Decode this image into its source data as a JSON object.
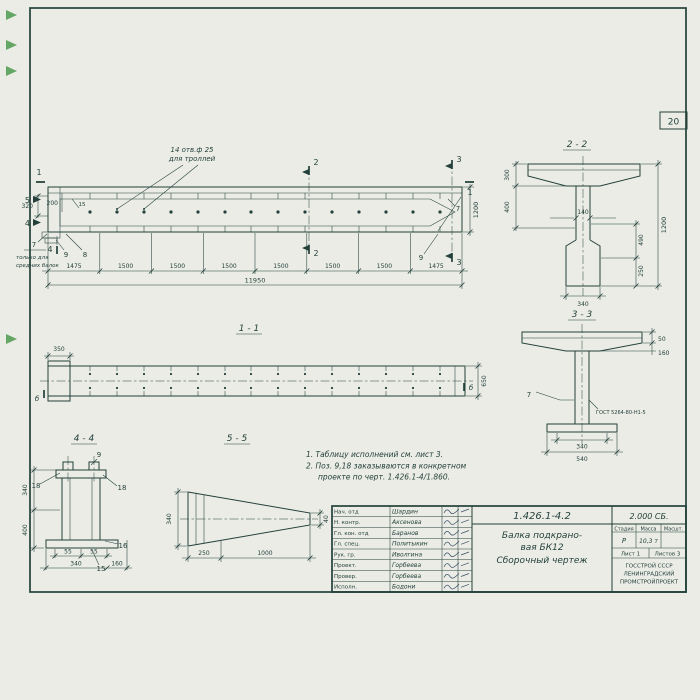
{
  "colors": {
    "line": "#24403b",
    "paper": "#ebece6",
    "mark_green": "#55a055"
  },
  "page": {
    "sheet_number": "20"
  },
  "main_view": {
    "holes_label_line1": "14 отв.ф 25",
    "holes_label_line2": "для троллей",
    "dim_320": "320",
    "dim_200": "200",
    "dim_15": "15",
    "dim_1200": "1200",
    "dims_bottom": [
      "1475",
      "1500",
      "1500",
      "1500",
      "1500",
      "1500",
      "1500",
      "1475"
    ],
    "dim_total": "11950",
    "cut_2_top": "2",
    "cut_2_bottom": "2",
    "cut_3_top": "3",
    "cut_3_bottom": "3",
    "cut_1_left": "1",
    "cut_1_right": "1",
    "cut_5": "5",
    "cut_4_left": "4",
    "cut_4_bottom": "4",
    "callout_7_left": "7",
    "note_line1": "только для",
    "note_line2": "средних балок",
    "callout_9_left": "9",
    "callout_8": "8",
    "callout_7_right": "7",
    "callout_9_right": "9"
  },
  "section_2_2": {
    "title": "2 - 2",
    "dim_300": "300",
    "dim_400": "400",
    "dim_140": "140",
    "dim_1200": "1200",
    "dim_490": "490",
    "dim_250": "250",
    "dim_340": "340"
  },
  "section_3_3": {
    "title": "3 - 3",
    "dim_50": "50",
    "dim_160": "160",
    "callout_7": "7",
    "weld_note": "ГОСТ 5264-80-Н1-5",
    "dim_340": "340",
    "dim_540": "540"
  },
  "section_1_1": {
    "title": "1 - 1",
    "dim_350": "350",
    "dim_650": "650",
    "mark_left": "б",
    "mark_right": "б"
  },
  "section_4_4": {
    "title": "4 - 4",
    "callout_18_left": "18",
    "callout_9": "9",
    "callout_18_right": "18",
    "callout_16": "16",
    "callout_15": "15",
    "dim_340_v": "340",
    "dim_400_v": "400",
    "dim_55_a": "55",
    "dim_55_b": "55",
    "dim_340_h": "340",
    "dim_160_h": "160"
  },
  "section_5_5": {
    "title": "5 - 5",
    "dim_340": "340",
    "dim_250": "250",
    "dim_1000": "1000",
    "dim_40": "40"
  },
  "notes": {
    "line1": "1. Таблицу исполнений см. лист 3.",
    "line2": "2. Поз. 9,18 заказываются в конкретном",
    "line3": "проекте по черт. 1.426.1-4/1.860."
  },
  "title_block": {
    "doc_number": "1.426.1-4.2",
    "doc_code": "2.000 СБ.",
    "title_line1": "Балка подкрано-",
    "title_line2": "вая БК12",
    "title_line3": "Сборочный чертеж",
    "stage_label": "Стадия",
    "mass_label": "Масса",
    "scale_label": "Масшт.",
    "stage_value": "Р",
    "mass_value": "10,3 т",
    "sheet_info": "Лист 1",
    "sheets_info": "Листов 3",
    "org_line1": "ГОССТРОЙ СССР",
    "org_line2": "ЛЕНИНГРАДСКИЙ",
    "org_line3": "ПРОМСТРОЙПРОЕКТ",
    "signers": [
      {
        "role": "Нач. отд",
        "name": "Шардин"
      },
      {
        "role": "Н. контр.",
        "name": "Аксенова"
      },
      {
        "role": "Гл. кон. отд",
        "name": "Баранов"
      },
      {
        "role": "Гл. спец.",
        "name": "Политыкин"
      },
      {
        "role": "Рук. гр.",
        "name": "Иволгина"
      },
      {
        "role": "Проект.",
        "name": "Горбеева"
      },
      {
        "role": "Провер.",
        "name": "Горбеева"
      },
      {
        "role": "Исполн.",
        "name": "Бодони"
      }
    ]
  }
}
